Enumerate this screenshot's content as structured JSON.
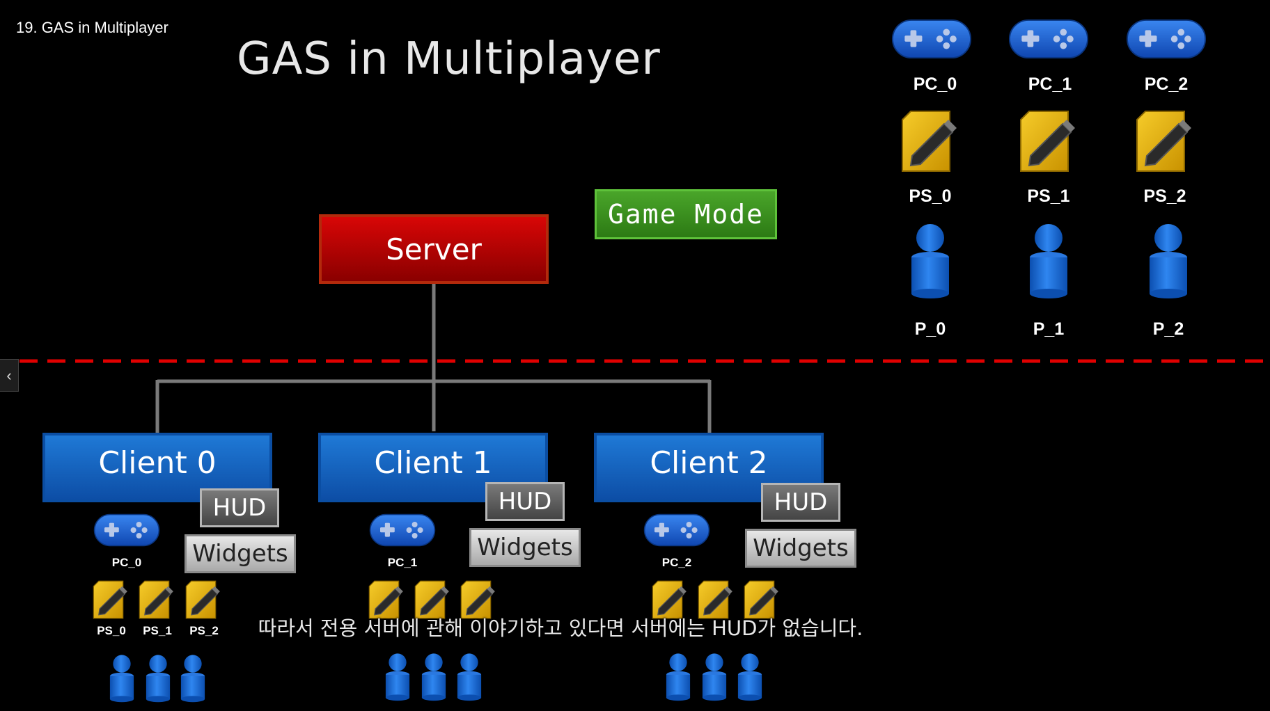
{
  "lecture_title": "19. GAS in Multiplayer",
  "slide_title": "GAS in Multiplayer",
  "server_label": "Server",
  "game_mode_label": "Game Mode",
  "server_side": {
    "controllers": [
      "PC_0",
      "PC_1",
      "PC_2"
    ],
    "player_states": [
      "PS_0",
      "PS_1",
      "PS_2"
    ],
    "pawns": [
      "P_0",
      "P_1",
      "P_2"
    ]
  },
  "clients": [
    {
      "label": "Client 0",
      "hud": "HUD",
      "widgets": "Widgets",
      "controller": "PC_0",
      "player_states": [
        "PS_0",
        "PS_1",
        "PS_2"
      ]
    },
    {
      "label": "Client 1",
      "hud": "HUD",
      "widgets": "Widgets",
      "controller": "PC_1",
      "player_states": [
        "",
        "",
        ""
      ]
    },
    {
      "label": "Client 2",
      "hud": "HUD",
      "widgets": "Widgets",
      "controller": "PC_2",
      "player_states": [
        "",
        "",
        ""
      ]
    }
  ],
  "subtitle": "따라서 전용 서버에 관해 이야기하고 있다면 서버에는 HUD가 없습니다.",
  "colors": {
    "server": "#c40000",
    "game_mode": "#3a9420",
    "client": "#1565c8",
    "divider": "#e00000",
    "controller": "#1a5fd0",
    "player_state": "#e8b400",
    "pawn": "#1a66cc"
  }
}
